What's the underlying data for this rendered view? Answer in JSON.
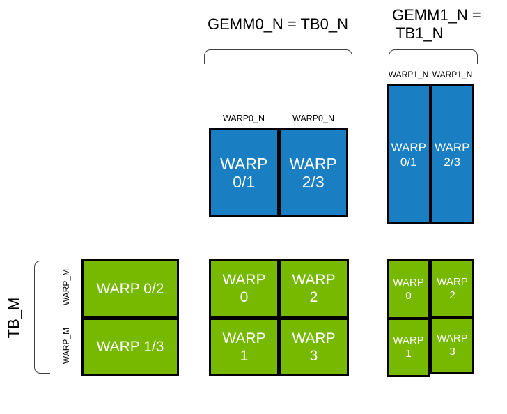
{
  "titles": {
    "gemm0": "GEMM0_N = TB0_N",
    "gemm1_line1": "GEMM1_N =",
    "gemm1_line2": "TB1_N"
  },
  "side_labels": {
    "tb_m": "TB_M",
    "warp_m_top": "WARP_M",
    "warp_m_bottom": "WARP_M"
  },
  "column_labels": {
    "gemm0_left": "WARP0_N",
    "gemm0_right": "WARP0_N",
    "gemm1_left": "WARP1_N",
    "gemm1_right": "WARP1_N"
  },
  "grids": {
    "blue_gemm0": {
      "cells": [
        {
          "line1": "WARP",
          "line2": "0/1"
        },
        {
          "line1": "WARP",
          "line2": "2/3"
        }
      ]
    },
    "blue_gemm1": {
      "cells": [
        {
          "line1": "WARP",
          "line2": "0/1"
        },
        {
          "line1": "WARP",
          "line2": "2/3"
        }
      ]
    },
    "green_left": {
      "cells": [
        {
          "line1": "WARP 0/2"
        },
        {
          "line1": "WARP 1/3"
        }
      ]
    },
    "green_center": {
      "cells": [
        {
          "line1": "WARP",
          "line2": "0"
        },
        {
          "line1": "WARP",
          "line2": "2"
        },
        {
          "line1": "WARP",
          "line2": "1"
        },
        {
          "line1": "WARP",
          "line2": "3"
        }
      ]
    },
    "green_right": {
      "cells": [
        {
          "line1": "WARP",
          "line2": "0"
        },
        {
          "line1": "WARP",
          "line2": "2"
        },
        {
          "line1": "WARP",
          "line2": "1"
        },
        {
          "line1": "WARP",
          "line2": "3"
        }
      ]
    }
  },
  "colors": {
    "blue": "#1a7ec2",
    "green": "#76b900",
    "border": "#000000",
    "bracket": "#404040",
    "box_text": "#ffffff",
    "label_text": "#000000",
    "background": "#ffffff"
  }
}
